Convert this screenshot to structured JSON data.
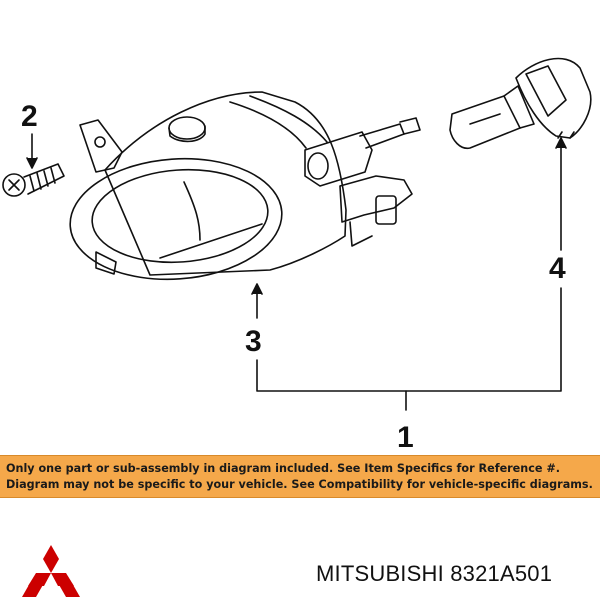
{
  "callouts": {
    "item_1": "1",
    "item_2": "2",
    "item_3": "3",
    "item_4": "4"
  },
  "notice": {
    "line1": "Only one part or sub-assembly in diagram included. See Item Specifics for Reference #.",
    "line2": "Diagram may not be specific to your vehicle. See Compatibility for vehicle-specific diagrams.",
    "background_color": "#f5a84a"
  },
  "footer": {
    "brand": "MITSUBISHI",
    "part_number": "8321A501",
    "logo_color": "#cc0000",
    "logo_icon": "mitsubishi-three-diamond-logo"
  }
}
